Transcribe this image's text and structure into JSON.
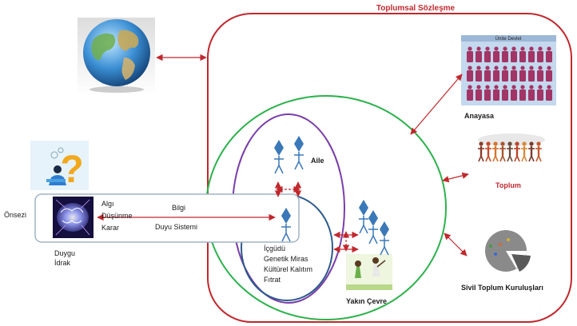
{
  "title": "Toplumsal Sözleşme",
  "labels": {
    "aile": "Aile",
    "yakin_cevre": "Yakın Çevre",
    "anayasa": "Anayasa",
    "toplum": "Toplum",
    "stk": "Sivil Toplum Kuruluşları",
    "onsezi": "Önsezi",
    "bilgi": "Bilgi",
    "duyu_sistemi": "Duyu Sistemi",
    "duygu": "Duygu",
    "idrak": "İdrak",
    "mind": [
      "Algı",
      "Düşünme",
      "Karar"
    ],
    "core": [
      "İçgüdü",
      "Genetik Miras",
      "Kültürel Kalıtım",
      "Fıtrat"
    ],
    "flag_caption": "Ünite Devlet"
  },
  "icons": {
    "globe": "globe-icon",
    "question": "question-mark-icon",
    "brain": "brain-icon",
    "person": "stick-figure-icon",
    "constitution": "people-grid-icon",
    "society": "crowd-silhouette-icon",
    "ngo": "pie-chart-people-icon",
    "children": "children-playing-icon"
  },
  "colors": {
    "outer": "#c0282d",
    "green": "#2bb24c",
    "purple": "#7a3ea8",
    "blue": "#2d5a8c",
    "arrow": "#c0282d",
    "figure": "#3a78b8"
  }
}
